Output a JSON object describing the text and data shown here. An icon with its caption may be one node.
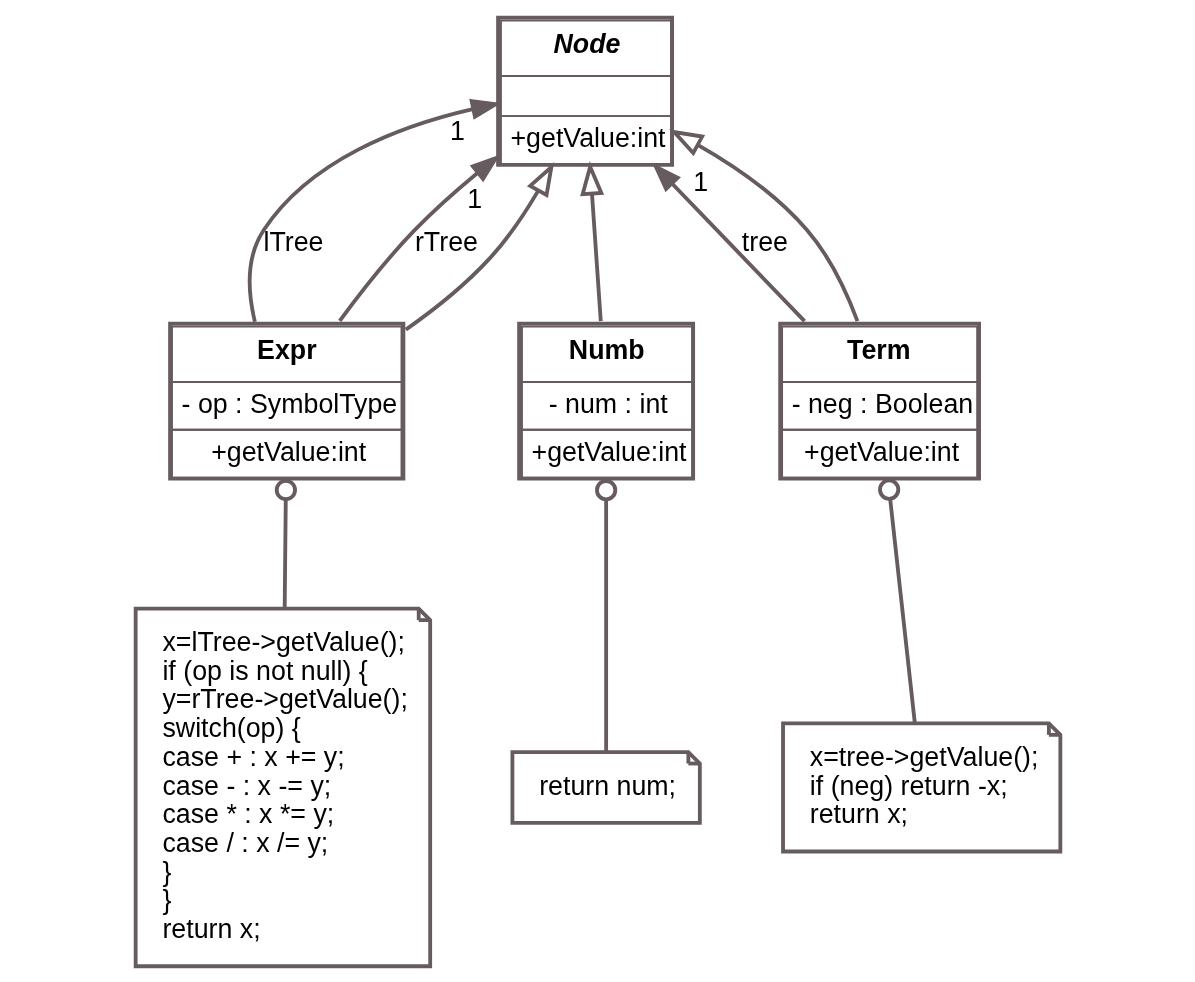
{
  "diagram": {
    "nodes": [
      {
        "text": [
          "Node",
          "+getValue:int"
        ]
      },
      {
        "text": [
          "Expr",
          "- op : SymbolType",
          "+getValue:int"
        ]
      },
      {
        "text": [
          "Numb",
          "- num : int",
          "+getValue:int"
        ]
      },
      {
        "text": [
          "Term",
          "- neg : Boolean",
          "+getValue:int"
        ]
      },
      {
        "text": [
          "x=lTree->getValue();",
          "if (op is not null) {",
          "y=rTree->getValue();",
          "switch(op) {",
          "case + : x += y;",
          "case - : x -= y;",
          "case * : x *= y;",
          "case / : x /= y;",
          "}",
          "}",
          "return x;"
        ]
      },
      {
        "text": [
          "return num;"
        ]
      },
      {
        "text": [
          "x=tree->getValue();",
          "if (neg) return -x;",
          "return x;"
        ]
      }
    ],
    "edges": [
      {
        "from": 1,
        "to": 0,
        "arrow": "to",
        "label": "lTree"
      },
      {
        "from": 1,
        "to": 0,
        "arrow": "to",
        "label": "rTree"
      },
      {
        "from": 3,
        "to": 0,
        "arrow": "to",
        "label": "tree"
      },
      {
        "from": 1,
        "to": 0,
        "arrow": "to"
      },
      {
        "from": 2,
        "to": 0,
        "arrow": "to"
      },
      {
        "from": 3,
        "to": 0,
        "arrow": "to"
      },
      {
        "from": 4,
        "to": 1,
        "arrow": "other"
      },
      {
        "from": 5,
        "to": 2,
        "arrow": "other"
      },
      {
        "from": 6,
        "to": 3,
        "arrow": "other"
      }
    ],
    "labels": [
      "1",
      "1",
      "1"
    ]
  }
}
